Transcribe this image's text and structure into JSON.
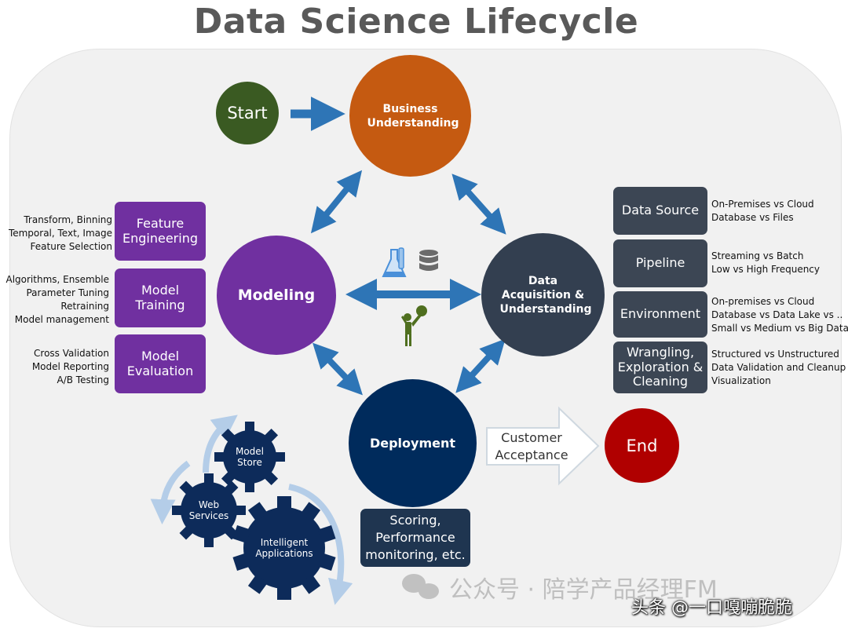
{
  "title": "Data Science Lifecycle",
  "nodes": {
    "start": "Start",
    "business": "Business Understanding",
    "data_acq": "Data Acquisition & Understanding",
    "modeling": "Modeling",
    "deployment": "Deployment",
    "end": "End"
  },
  "modeling_steps": [
    {
      "label": "Feature Engineering",
      "details": [
        "Transform, Binning",
        "Temporal, Text, Image",
        "Feature Selection"
      ]
    },
    {
      "label": "Model Training",
      "details": [
        "Algorithms, Ensemble",
        "Parameter Tuning",
        "Retraining",
        "Model management"
      ]
    },
    {
      "label": "Model Evaluation",
      "details": [
        "Cross Validation",
        "Model Reporting",
        "A/B Testing"
      ]
    }
  ],
  "data_steps": [
    {
      "label": "Data Source",
      "details": [
        "On-Premises vs Cloud",
        "Database vs Files"
      ]
    },
    {
      "label": "Pipeline",
      "details": [
        "Streaming vs Batch",
        "Low vs High Frequency"
      ]
    },
    {
      "label": "Environment",
      "details": [
        "On-premises vs Cloud",
        "Database vs Data Lake  vs ..",
        "Small vs Medium vs Big Data"
      ]
    },
    {
      "label": "Wrangling, Exploration & Cleaning",
      "details": [
        "Structured vs Unstructured",
        "Data Validation and Cleanup",
        "Visualization"
      ]
    }
  ],
  "customer_acceptance": "Customer Acceptance",
  "scoring": "Scoring, Performance monitoring, etc.",
  "gears": {
    "model_store": "Model Store",
    "web_services": "Web Services",
    "intelligent_apps": "Intelligent Applications"
  },
  "watermark": "公众号 · 陪学产品经理FM",
  "toutiao": "头条 @一口嘎嘣脆脆",
  "colors": {
    "start": "#3a5a22",
    "business": "#c55a11",
    "data_acq": "#333f50",
    "modeling": "#7030a0",
    "deployment": "#002b5c",
    "end": "#b00000",
    "arrow": "#2e75b6"
  },
  "icons": [
    "flask-icon",
    "database-icon",
    "person-lifting-icon",
    "cycle-arrow-icon",
    "gear-icon",
    "wechat-icon"
  ]
}
